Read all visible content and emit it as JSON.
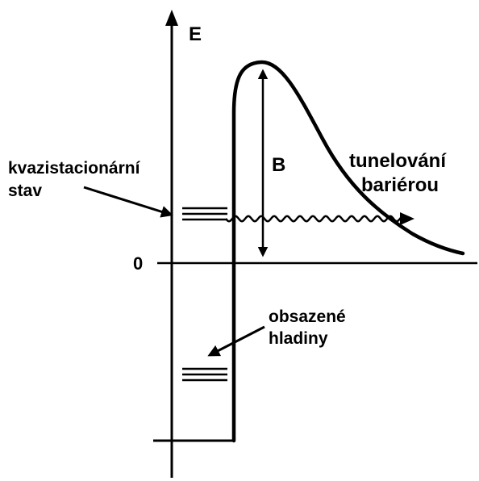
{
  "diagram": {
    "axis_label": "E",
    "zero_label": "0",
    "barrier_label": "B",
    "quasi_state_label": {
      "line1": "kvazistacionární",
      "line2": "stav"
    },
    "tunneling_label": {
      "line1": "tunelování",
      "line2": "bariérou"
    },
    "occupied_label": {
      "line1": "obsazené",
      "line2": "hladiny"
    },
    "colors": {
      "ink": "#000000",
      "background": "#ffffff"
    }
  }
}
